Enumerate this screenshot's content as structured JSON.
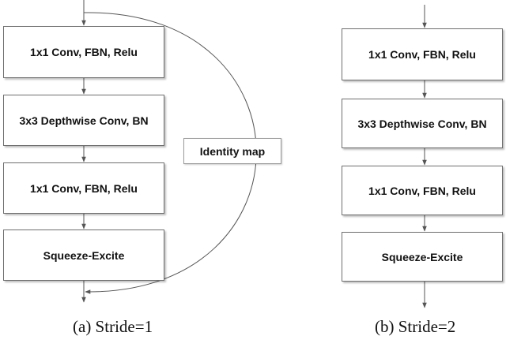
{
  "diagram_a": {
    "blocks": [
      "1x1 Conv, FBN, Relu",
      "3x3 Depthwise Conv, BN",
      "1x1 Conv, FBN, Relu",
      "Squeeze-Excite"
    ],
    "skip_label": "Identity map",
    "caption": "(a)  Stride=1"
  },
  "diagram_b": {
    "blocks": [
      "1x1 Conv, FBN, Relu",
      "3x3 Depthwise Conv, BN",
      "1x1 Conv, FBN, Relu",
      "Squeeze-Excite"
    ],
    "caption": "(b)  Stride=2"
  },
  "colors": {
    "line": "#555555",
    "border": "#6f6f6f"
  }
}
